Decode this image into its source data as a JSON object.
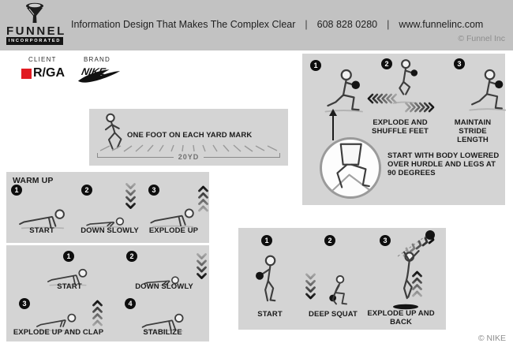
{
  "colors": {
    "header_bg": "#c2c2c2",
    "panel_bg": "#d4d4d4",
    "ink": "#1b1b1b",
    "accent_red": "#e11b22",
    "muted": "#8d8d8d"
  },
  "header": {
    "logo_name": "FUNNEL",
    "logo_sub": "INCORPORATED",
    "tagline": "Information Design That Makes The Complex Clear",
    "sep": "|",
    "phone": "608 828 0280",
    "website": "www.funnelinc.com",
    "copyright": "© Funnel Inc"
  },
  "meta": {
    "client_label": "CLIENT",
    "client_name": "R/GA",
    "brand_label": "BRAND",
    "brand_name": "NIKE"
  },
  "yard_drill": {
    "caption": "ONE FOOT ON EACH YARD MARK",
    "distance": "20YD"
  },
  "hurdle_drill": {
    "step1_num": "1",
    "step2_num": "2",
    "step3_num": "3",
    "step2_label": "EXPLODE AND SHUFFLE FEET",
    "step3_label": "MAINTAIN STRIDE LENGTH",
    "detail_note": "START WITH BODY LOWERED OVER HURDLE AND LEGS AT 90 DEGREES"
  },
  "warm_up": {
    "title": "WARM UP",
    "r1s1_num": "1",
    "r1s1_label": "START",
    "r1s2_num": "2",
    "r1s2_label": "DOWN SLOWLY",
    "r1s3_num": "3",
    "r1s3_label": "EXPLODE UP",
    "r2s1_num": "1",
    "r2s1_label": "START",
    "r2s2_num": "2",
    "r2s2_label": "DOWN SLOWLY",
    "r2s3_num": "3",
    "r2s3_label": "EXPLODE UP AND CLAP",
    "r2s4_num": "4",
    "r2s4_label": "STABILIZE"
  },
  "squat_throw": {
    "step1_num": "1",
    "step1_label": "START",
    "step2_num": "2",
    "step2_label": "DEEP SQUAT",
    "step3_num": "3",
    "step3_label": "EXPLODE UP AND BACK"
  },
  "footer": {
    "nike_copyright": "© NIKE"
  }
}
